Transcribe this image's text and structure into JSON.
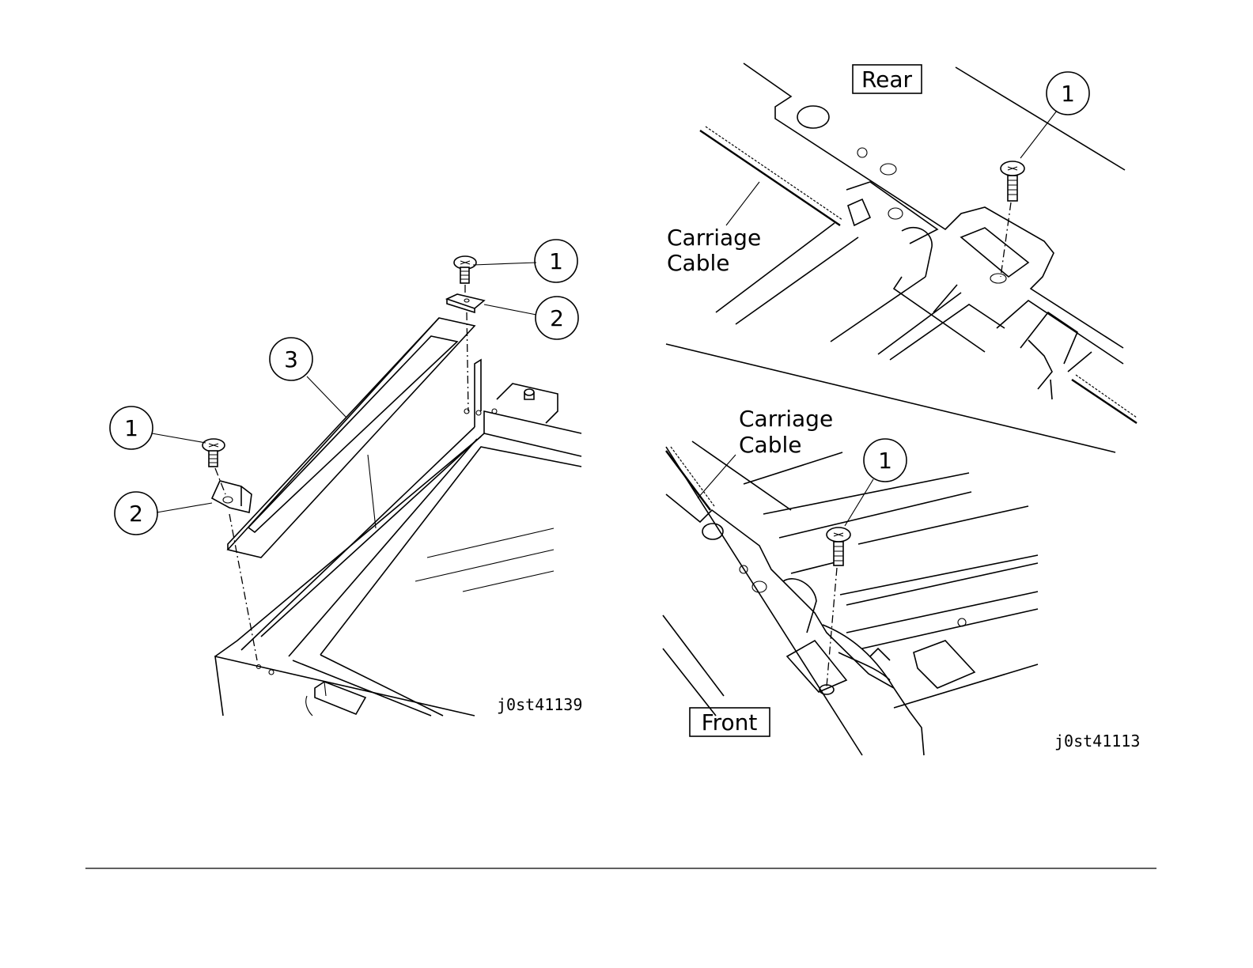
{
  "left_figure": {
    "figure_id": "j0st41139",
    "callouts": [
      "1",
      "2",
      "3",
      "1",
      "2"
    ]
  },
  "right_top_figure": {
    "orientation_label": "Rear",
    "cable_label_line1": "Carriage",
    "cable_label_line2": "Cable",
    "callout": "1"
  },
  "right_bottom_figure": {
    "orientation_label": "Front",
    "cable_label_line1": "Carriage",
    "cable_label_line2": "Cable",
    "callout": "1",
    "figure_id": "j0st41113"
  }
}
